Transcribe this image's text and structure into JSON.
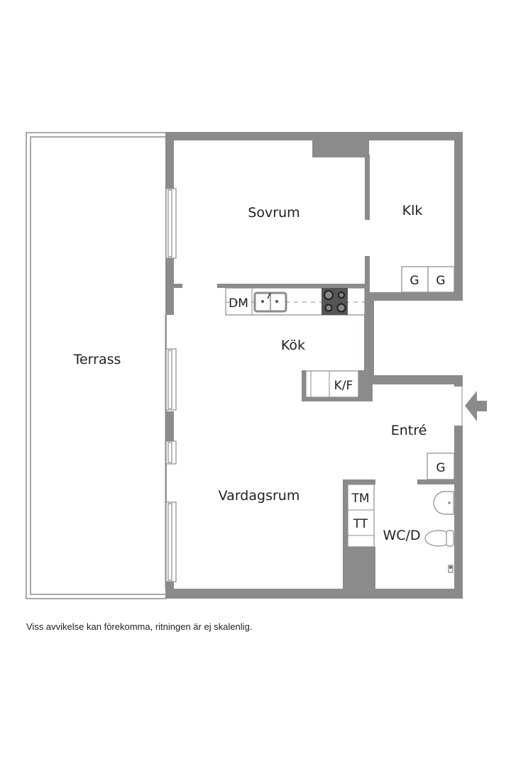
{
  "plan": {
    "rooms": {
      "terrace": "Terrass",
      "bedroom": "Sovrum",
      "closet": "Klk",
      "kitchen": "Kök",
      "living": "Vardagsrum",
      "entrance": "Entré",
      "bathroom": "WC/D"
    },
    "fixtures": {
      "dishwasher": "DM",
      "fridge_freezer": "K/F",
      "closet_wardrobe_1": "G",
      "closet_wardrobe_2": "G",
      "entrance_wardrobe": "G",
      "washing_machine": "TM",
      "tumble_dryer": "TT"
    },
    "colors": {
      "wall": "#8a8c8c",
      "background": "#ffffff",
      "text": "#1f1f1f"
    }
  },
  "footer": {
    "disclaimer": "Viss avvikelse kan förekomma, ritningen är ej skalenlig."
  }
}
